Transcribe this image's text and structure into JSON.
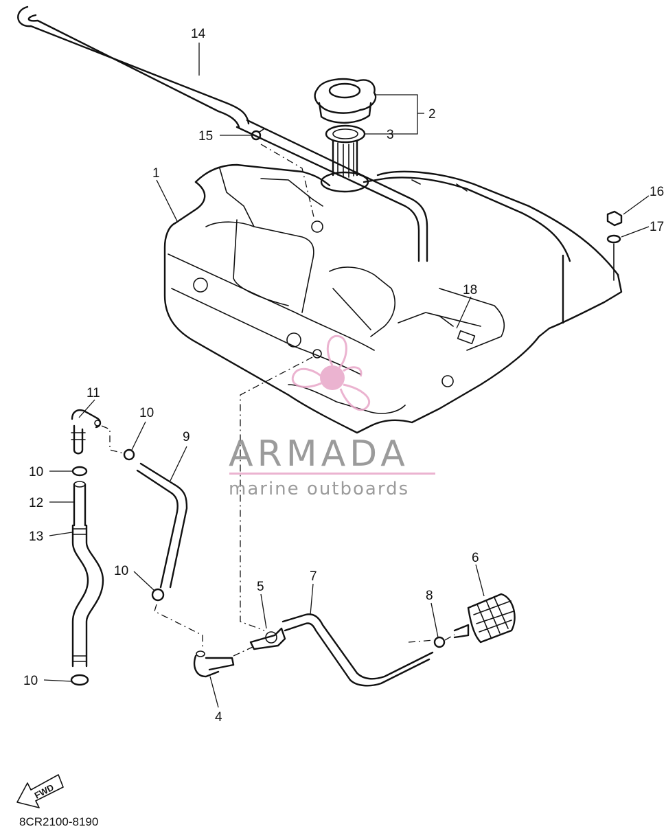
{
  "callouts": [
    {
      "id": "c1",
      "text": "1"
    },
    {
      "id": "c2",
      "text": "2"
    },
    {
      "id": "c3",
      "text": "3"
    },
    {
      "id": "c4",
      "text": "4"
    },
    {
      "id": "c5",
      "text": "5"
    },
    {
      "id": "c6",
      "text": "6"
    },
    {
      "id": "c7",
      "text": "7"
    },
    {
      "id": "c8",
      "text": "8"
    },
    {
      "id": "c9",
      "text": "9"
    },
    {
      "id": "c10a",
      "text": "10"
    },
    {
      "id": "c10b",
      "text": "10"
    },
    {
      "id": "c10c",
      "text": "10"
    },
    {
      "id": "c10d",
      "text": "10"
    },
    {
      "id": "c11",
      "text": "11"
    },
    {
      "id": "c12",
      "text": "12"
    },
    {
      "id": "c13",
      "text": "13"
    },
    {
      "id": "c14",
      "text": "14"
    },
    {
      "id": "c15",
      "text": "15"
    },
    {
      "id": "c16",
      "text": "16"
    },
    {
      "id": "c17",
      "text": "17"
    },
    {
      "id": "c18",
      "text": "18"
    }
  ],
  "watermark": {
    "brand": "ARMADA",
    "tagline": "marine outboards",
    "accent_color": "#e8a6c8",
    "text_color": "#8a8a8a"
  },
  "forward_arrow": {
    "label": "FWD"
  },
  "diagram_code": "8CR2100-8190"
}
